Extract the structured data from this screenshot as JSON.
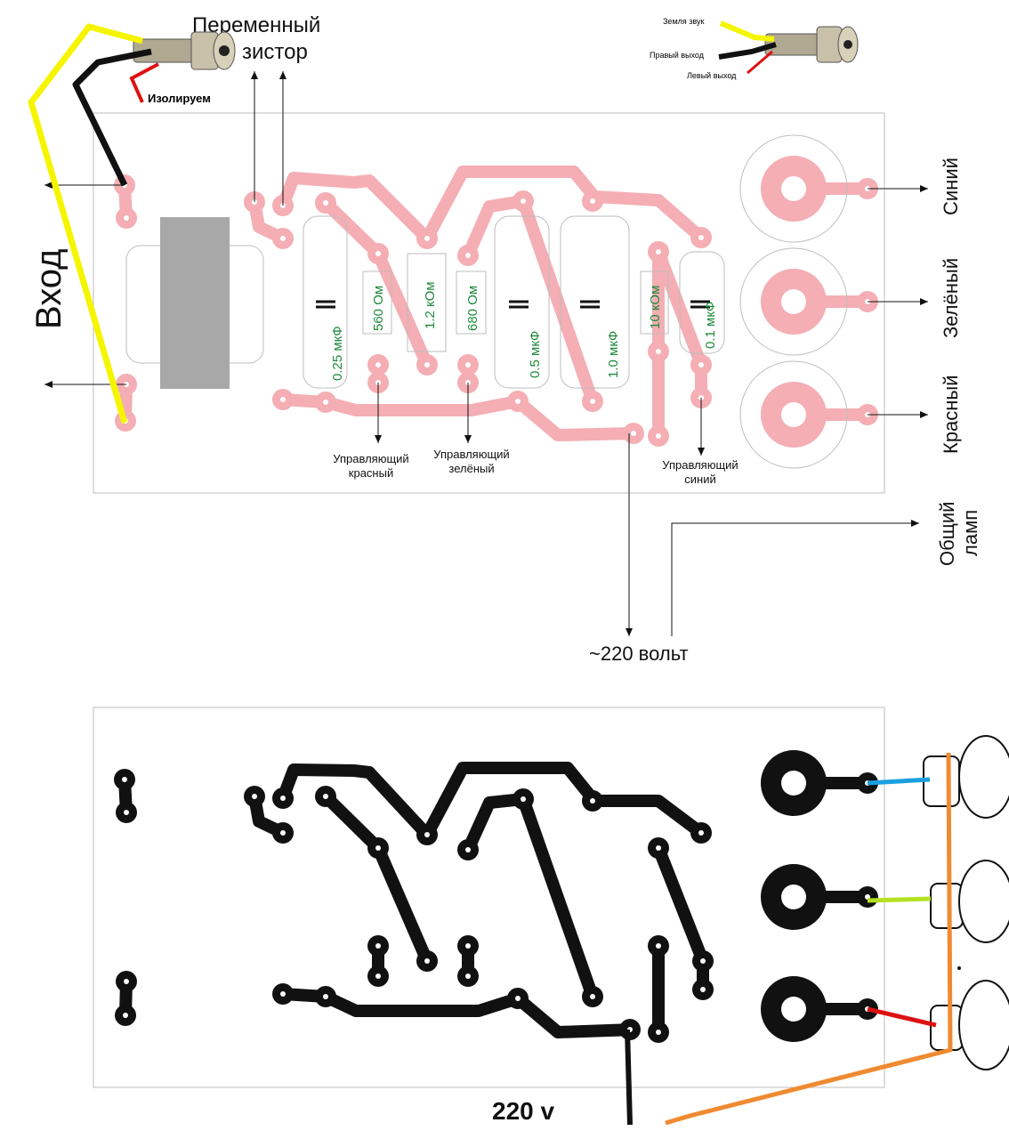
{
  "top_board": {
    "input_label": "Вход",
    "pot_label_line1": "Переменный",
    "pot_label_line2": "зистор",
    "insulate_label": "Изолируем",
    "jack_right": {
      "ground": "Земля звук",
      "right_out": "Правый выход",
      "left_out": "Левый выход"
    },
    "components": {
      "c1": "0.25 мкФ",
      "r1": "560 Ом",
      "r2": "1.2 кОм",
      "r3": "680 Ом",
      "c2": "0.5 мкФ",
      "c3": "1.0 мкФ",
      "r4": "10 кОм",
      "c4": "0.1 мкФ"
    },
    "control_red": [
      "Управляющий",
      "красный"
    ],
    "control_green": [
      "Управляющий",
      "зелёный"
    ],
    "control_blue": [
      "Управляющий",
      "синий"
    ],
    "out_blue": "Синий",
    "out_green": "Зелёный",
    "out_red": "Красный",
    "common_lamp": [
      "Общий",
      "ламп"
    ],
    "mains": "~220 вольт"
  },
  "bottom_board": {
    "mains": "220 v"
  },
  "colors": {
    "trace_pink": "#f4aeb4",
    "trace_black": "#111111",
    "wire_yellow": "#f5f500",
    "wire_red": "#dd1111",
    "wire_blue": "#1aa0e0",
    "wire_green": "#b4e020",
    "wire_orange": "#f08a30",
    "component_text": "#1e8a3a"
  }
}
